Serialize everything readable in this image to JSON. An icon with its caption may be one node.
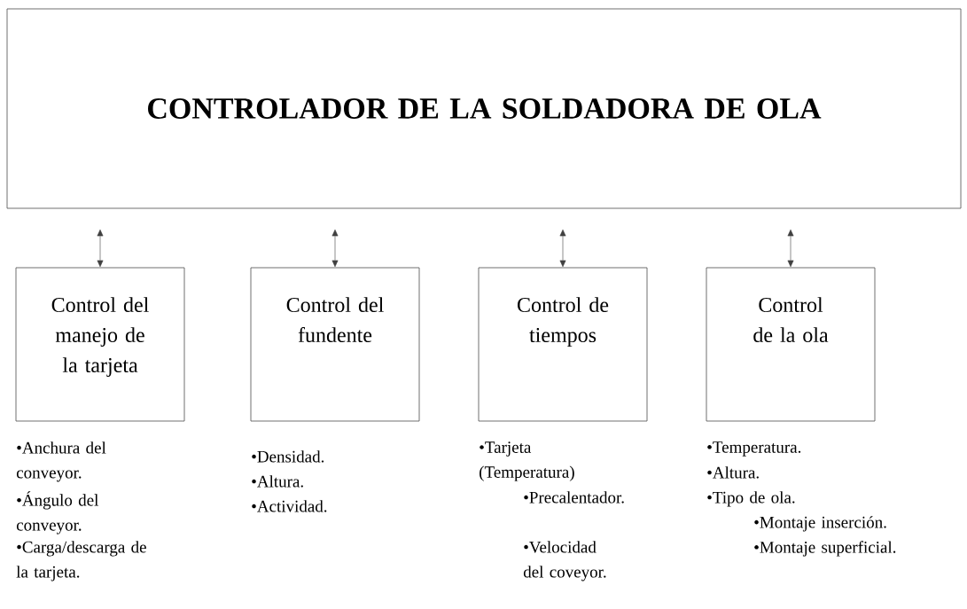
{
  "diagram": {
    "nodes": [
      {
        "text": [
          "CONTROLADOR DE LA SOLDADORA DE OLA"
        ]
      },
      {
        "text": [
          "Control del manejo de la tarjeta"
        ],
        "beside": [
          "•Anchura del conveyor.",
          "•Ángulo del conveyor.",
          "•Carga/descarga de la tarjeta."
        ]
      },
      {
        "text": [
          "Control del fundente"
        ],
        "beside": [
          "•Densidad.",
          "•Altura.",
          "•Actividad."
        ]
      },
      {
        "text": [
          "Control de tiempos"
        ],
        "beside": [
          "•Tarjeta (Temperatura)",
          "•Precalentador.",
          "•Velocidad del coveyor."
        ]
      },
      {
        "text": [
          "Control de la ola"
        ],
        "beside": [
          "•Temperatura.",
          "•Altura.",
          "•Tipo de ola.",
          "•Montaje inserción.",
          "•Montaje superficial."
        ]
      }
    ],
    "edges": [
      {
        "from": 0,
        "to": 1,
        "arrow": "both"
      },
      {
        "from": 0,
        "to": 2,
        "arrow": "both"
      },
      {
        "from": 0,
        "to": 3,
        "arrow": "both"
      },
      {
        "from": 0,
        "to": 4,
        "arrow": "both"
      }
    ]
  }
}
